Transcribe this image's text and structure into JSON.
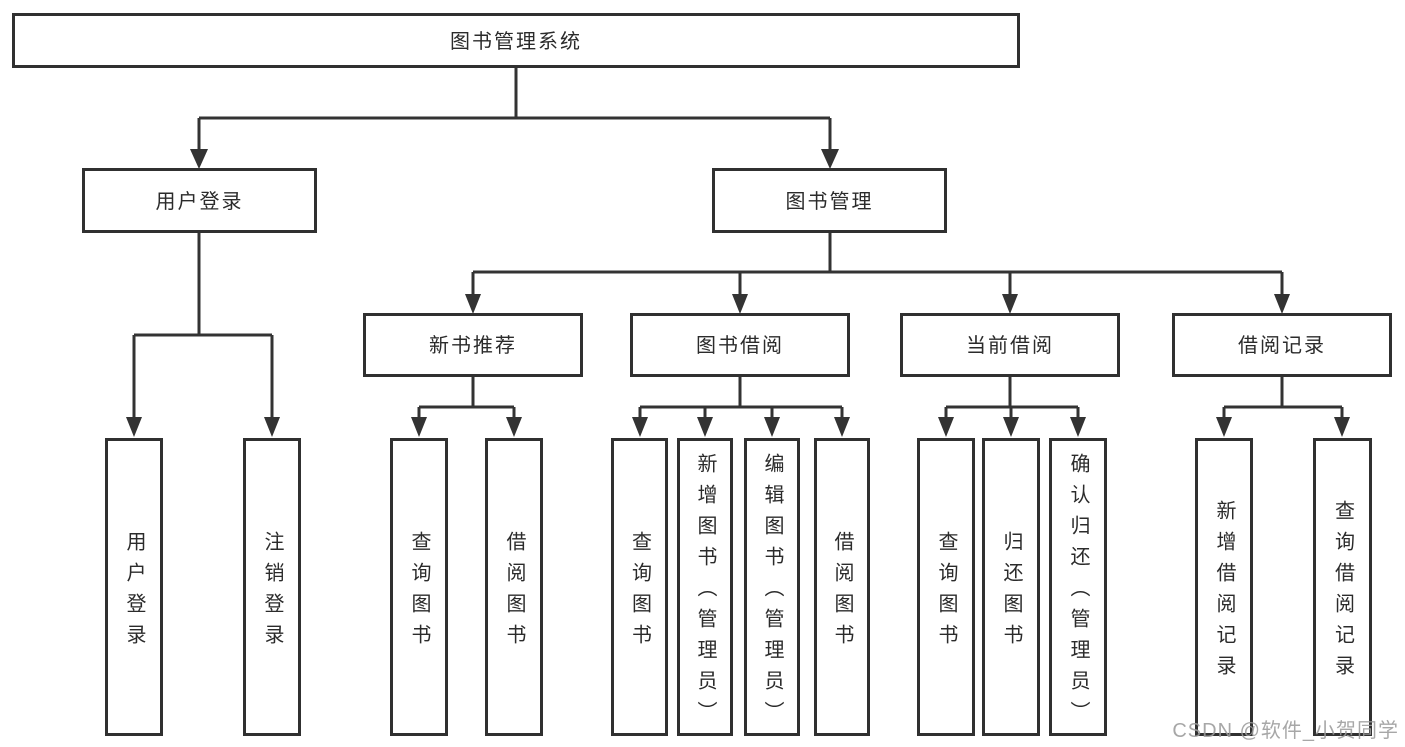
{
  "diagram": {
    "title_node": "图书管理系统",
    "root": {
      "id": "library-management-system",
      "label": "图书管理系统"
    },
    "level2": [
      {
        "id": "user-login",
        "label": "用户登录"
      },
      {
        "id": "book-management",
        "label": "图书管理"
      }
    ],
    "level3": [
      {
        "id": "new-book-recommend",
        "label": "新书推荐",
        "parent": "book-management"
      },
      {
        "id": "book-borrowing",
        "label": "图书借阅",
        "parent": "book-management"
      },
      {
        "id": "current-borrowing",
        "label": "当前借阅",
        "parent": "book-management"
      },
      {
        "id": "borrowing-records",
        "label": "借阅记录",
        "parent": "book-management"
      }
    ],
    "leaves": [
      {
        "id": "leaf-user-login",
        "label": "用户登录",
        "parent": "user-login"
      },
      {
        "id": "leaf-logout",
        "label": "注销登录",
        "parent": "user-login"
      },
      {
        "id": "leaf-query-books-recommend",
        "label": "查询图书",
        "parent": "new-book-recommend"
      },
      {
        "id": "leaf-borrow-books-recommend",
        "label": "借阅图书",
        "parent": "new-book-recommend"
      },
      {
        "id": "leaf-query-books-borrowing",
        "label": "查询图书",
        "parent": "book-borrowing"
      },
      {
        "id": "leaf-add-books-admin",
        "label": "新增图书（管理员）",
        "parent": "book-borrowing"
      },
      {
        "id": "leaf-edit-books-admin",
        "label": "编辑图书（管理员）",
        "parent": "book-borrowing"
      },
      {
        "id": "leaf-borrow-books",
        "label": "借阅图书",
        "parent": "book-borrowing"
      },
      {
        "id": "leaf-query-books-current",
        "label": "查询图书",
        "parent": "current-borrowing"
      },
      {
        "id": "leaf-return-books",
        "label": "归还图书",
        "parent": "current-borrowing"
      },
      {
        "id": "leaf-confirm-return-admin",
        "label": "确认归还（管理员）",
        "parent": "current-borrowing"
      },
      {
        "id": "leaf-add-borrow-record",
        "label": "新增借阅记录",
        "parent": "borrowing-records"
      },
      {
        "id": "leaf-query-borrow-record",
        "label": "查询借阅记录",
        "parent": "borrowing-records"
      }
    ],
    "hierarchy": {
      "图书管理系统": [
        "用户登录",
        "图书管理"
      ],
      "用户登录": [
        "用户登录",
        "注销登录"
      ],
      "图书管理": [
        "新书推荐",
        "图书借阅",
        "当前借阅",
        "借阅记录"
      ],
      "新书推荐": [
        "查询图书",
        "借阅图书"
      ],
      "图书借阅": [
        "查询图书",
        "新增图书（管理员）",
        "编辑图书（管理员）",
        "借阅图书"
      ],
      "当前借阅": [
        "查询图书",
        "归还图书",
        "确认归还（管理员）"
      ],
      "借阅记录": [
        "新增借阅记录",
        "查询借阅记录"
      ]
    }
  },
  "watermark": {
    "text": "CSDN @软件_小贺同学",
    "color": "#9b9b9b"
  },
  "colors": {
    "background": "#ffffff",
    "line": "#333333",
    "box_border": "#303030",
    "text": "#2b2b2b",
    "watermark": "#9b9b9b"
  }
}
